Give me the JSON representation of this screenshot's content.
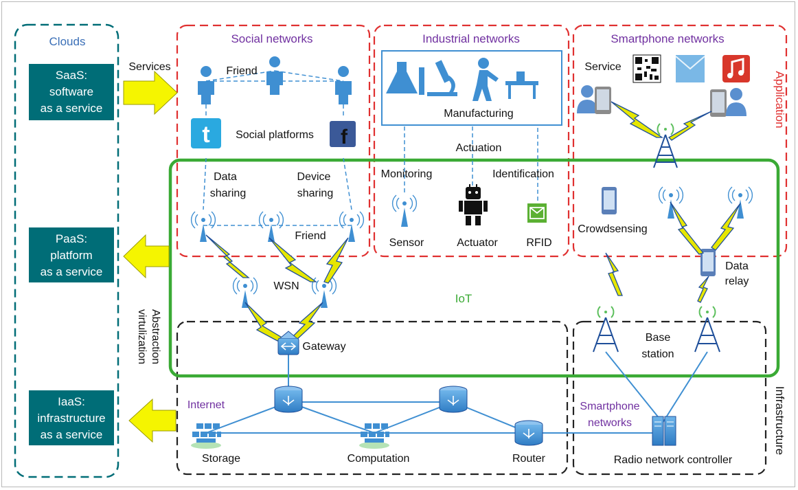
{
  "figure": {
    "clouds": {
      "title": "Clouds",
      "saas": [
        "SaaS:",
        "software",
        "as a service"
      ],
      "paas": [
        "PaaS:",
        "platform",
        "as a service"
      ],
      "iaas": [
        "IaaS:",
        "infrastructure",
        "as a service"
      ],
      "services": "Services",
      "abstraction": [
        "Abstraction",
        "virtulization"
      ]
    },
    "social": {
      "title": "Social networks",
      "friend_top": "Friend",
      "platforms": "Social platforms",
      "data_sharing": [
        "Data",
        "sharing"
      ],
      "device_sharing": [
        "Device",
        "sharing"
      ],
      "friend_bottom": "Friend"
    },
    "industrial": {
      "title": "Industrial networks",
      "manufacturing": "Manufacturing",
      "actuation": "Actuation",
      "monitoring": "Monitoring",
      "identification": "Identification",
      "sensor": "Sensor",
      "actuator": "Actuator",
      "rfid": "RFID"
    },
    "smartphone": {
      "title": "Smartphone networks",
      "service": "Service",
      "crowdsensing": "Crowdsensing",
      "data_relay": [
        "Data",
        "relay"
      ],
      "base_station": [
        "Base",
        "station"
      ],
      "networks": [
        "Smartphone",
        "networks"
      ],
      "rnc": "Radio network controller"
    },
    "application": "Application",
    "infrastructure": "Infrastructure",
    "iot": "IoT",
    "wsn": "WSN",
    "gateway": "Gateway",
    "internet": "Internet",
    "storage": "Storage",
    "computation": "Computation",
    "router": "Router",
    "colors": {
      "cloud_box": "#006d77",
      "social_title": "#7030a0",
      "iot": "#3aaa35",
      "application": "#e03030",
      "arrow_fill": "#f5f500",
      "device_blue": "#3f8fd2",
      "lightning": "#e6e600"
    }
  }
}
